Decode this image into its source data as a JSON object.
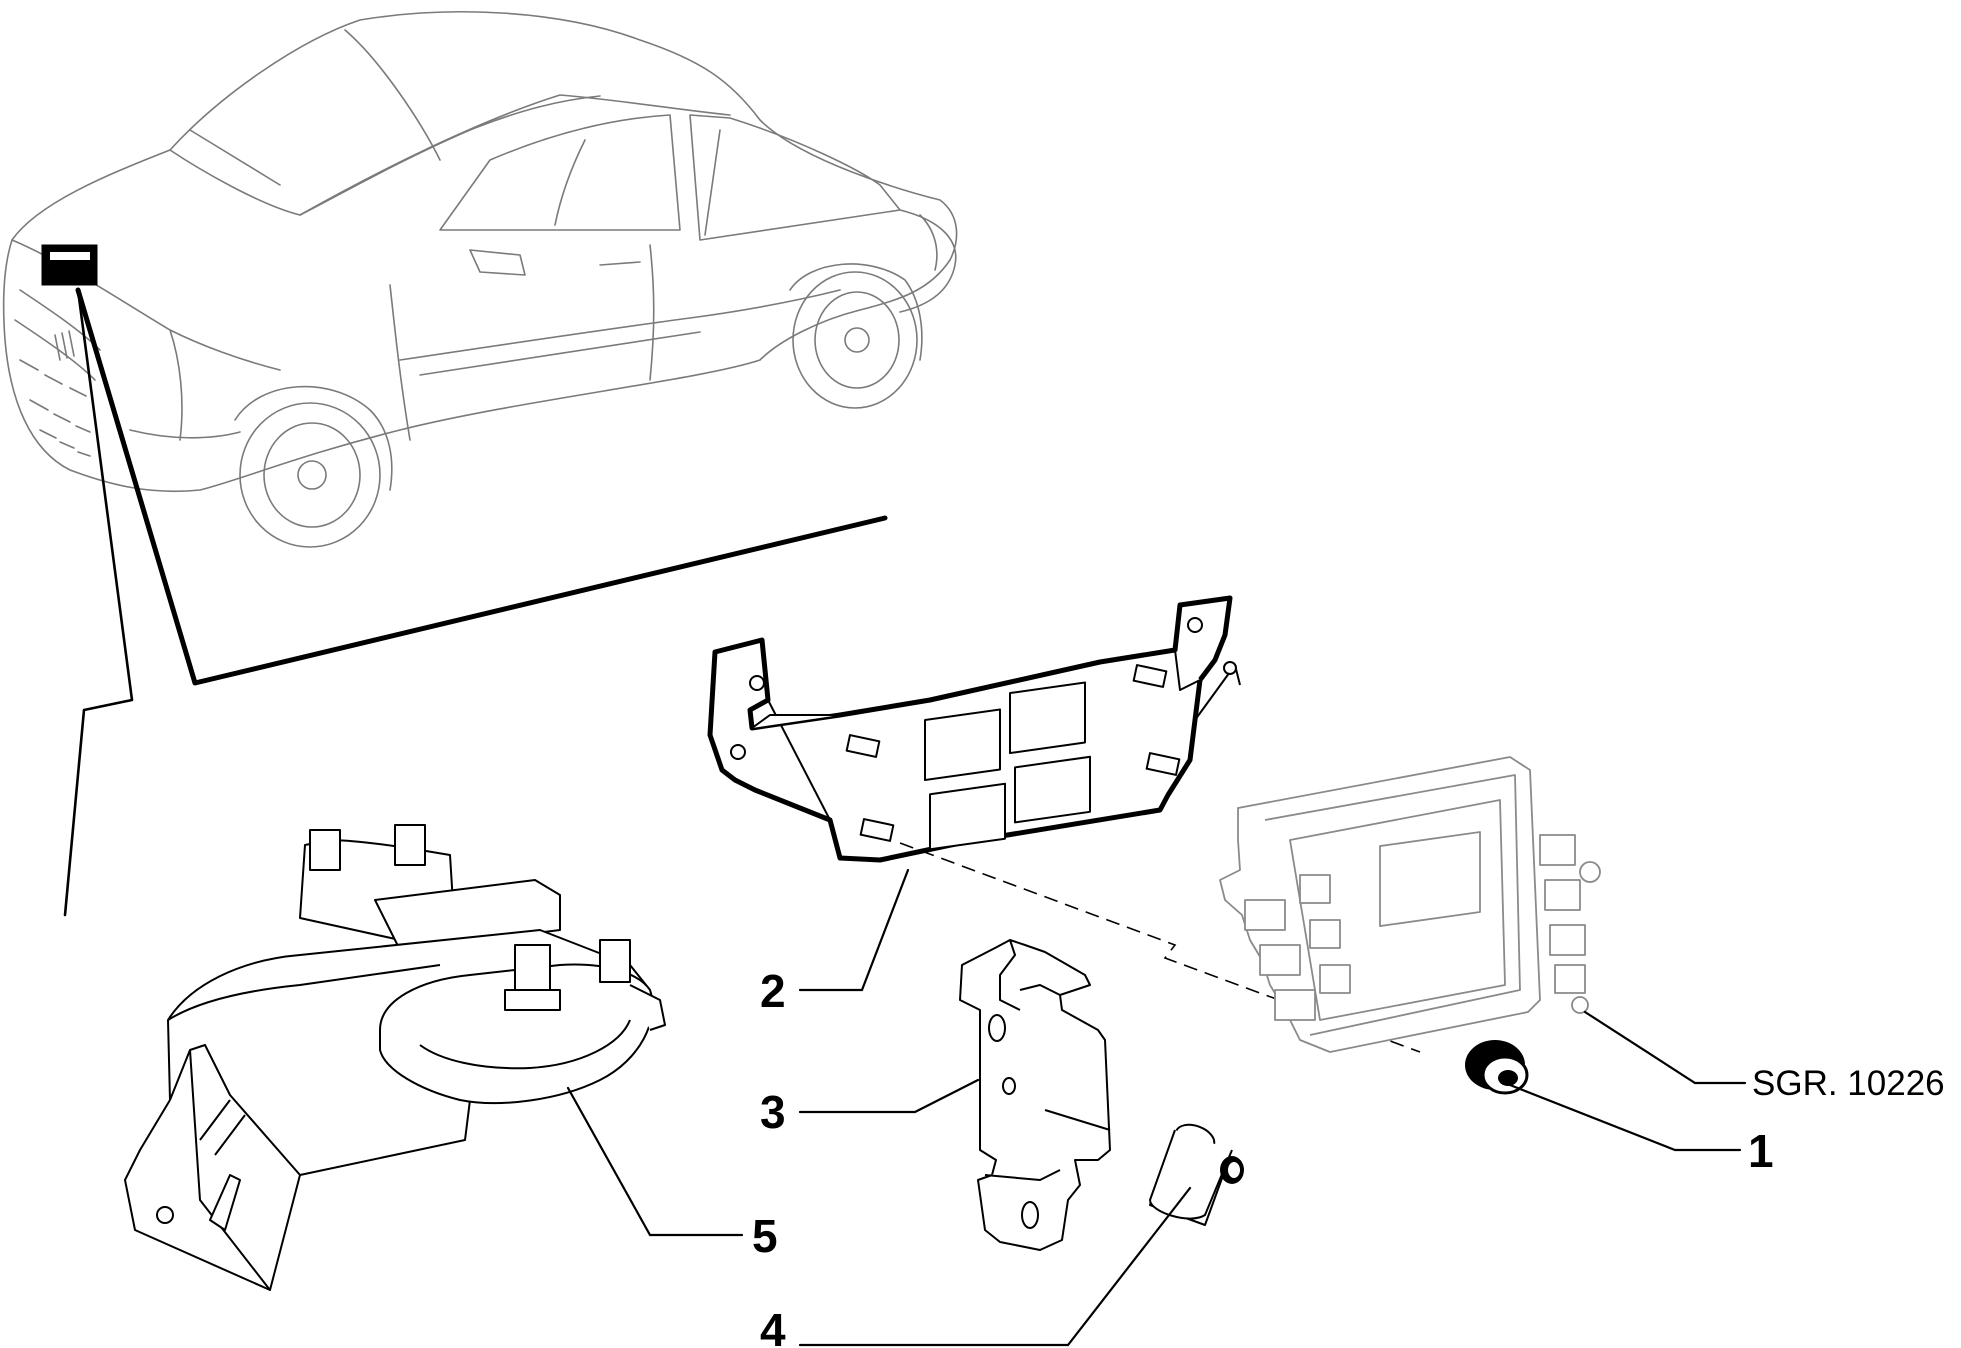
{
  "diagram": {
    "reference_code": "SGR. 10226",
    "callouts": [
      {
        "id": "1",
        "label": "1"
      },
      {
        "id": "2",
        "label": "2"
      },
      {
        "id": "3",
        "label": "3"
      },
      {
        "id": "4",
        "label": "4"
      },
      {
        "id": "5",
        "label": "5"
      }
    ],
    "colors": {
      "ink": "#000000",
      "car_outline": "#7a7a7a",
      "ecu_outline": "#8a8a8a",
      "background": "#ffffff"
    }
  }
}
